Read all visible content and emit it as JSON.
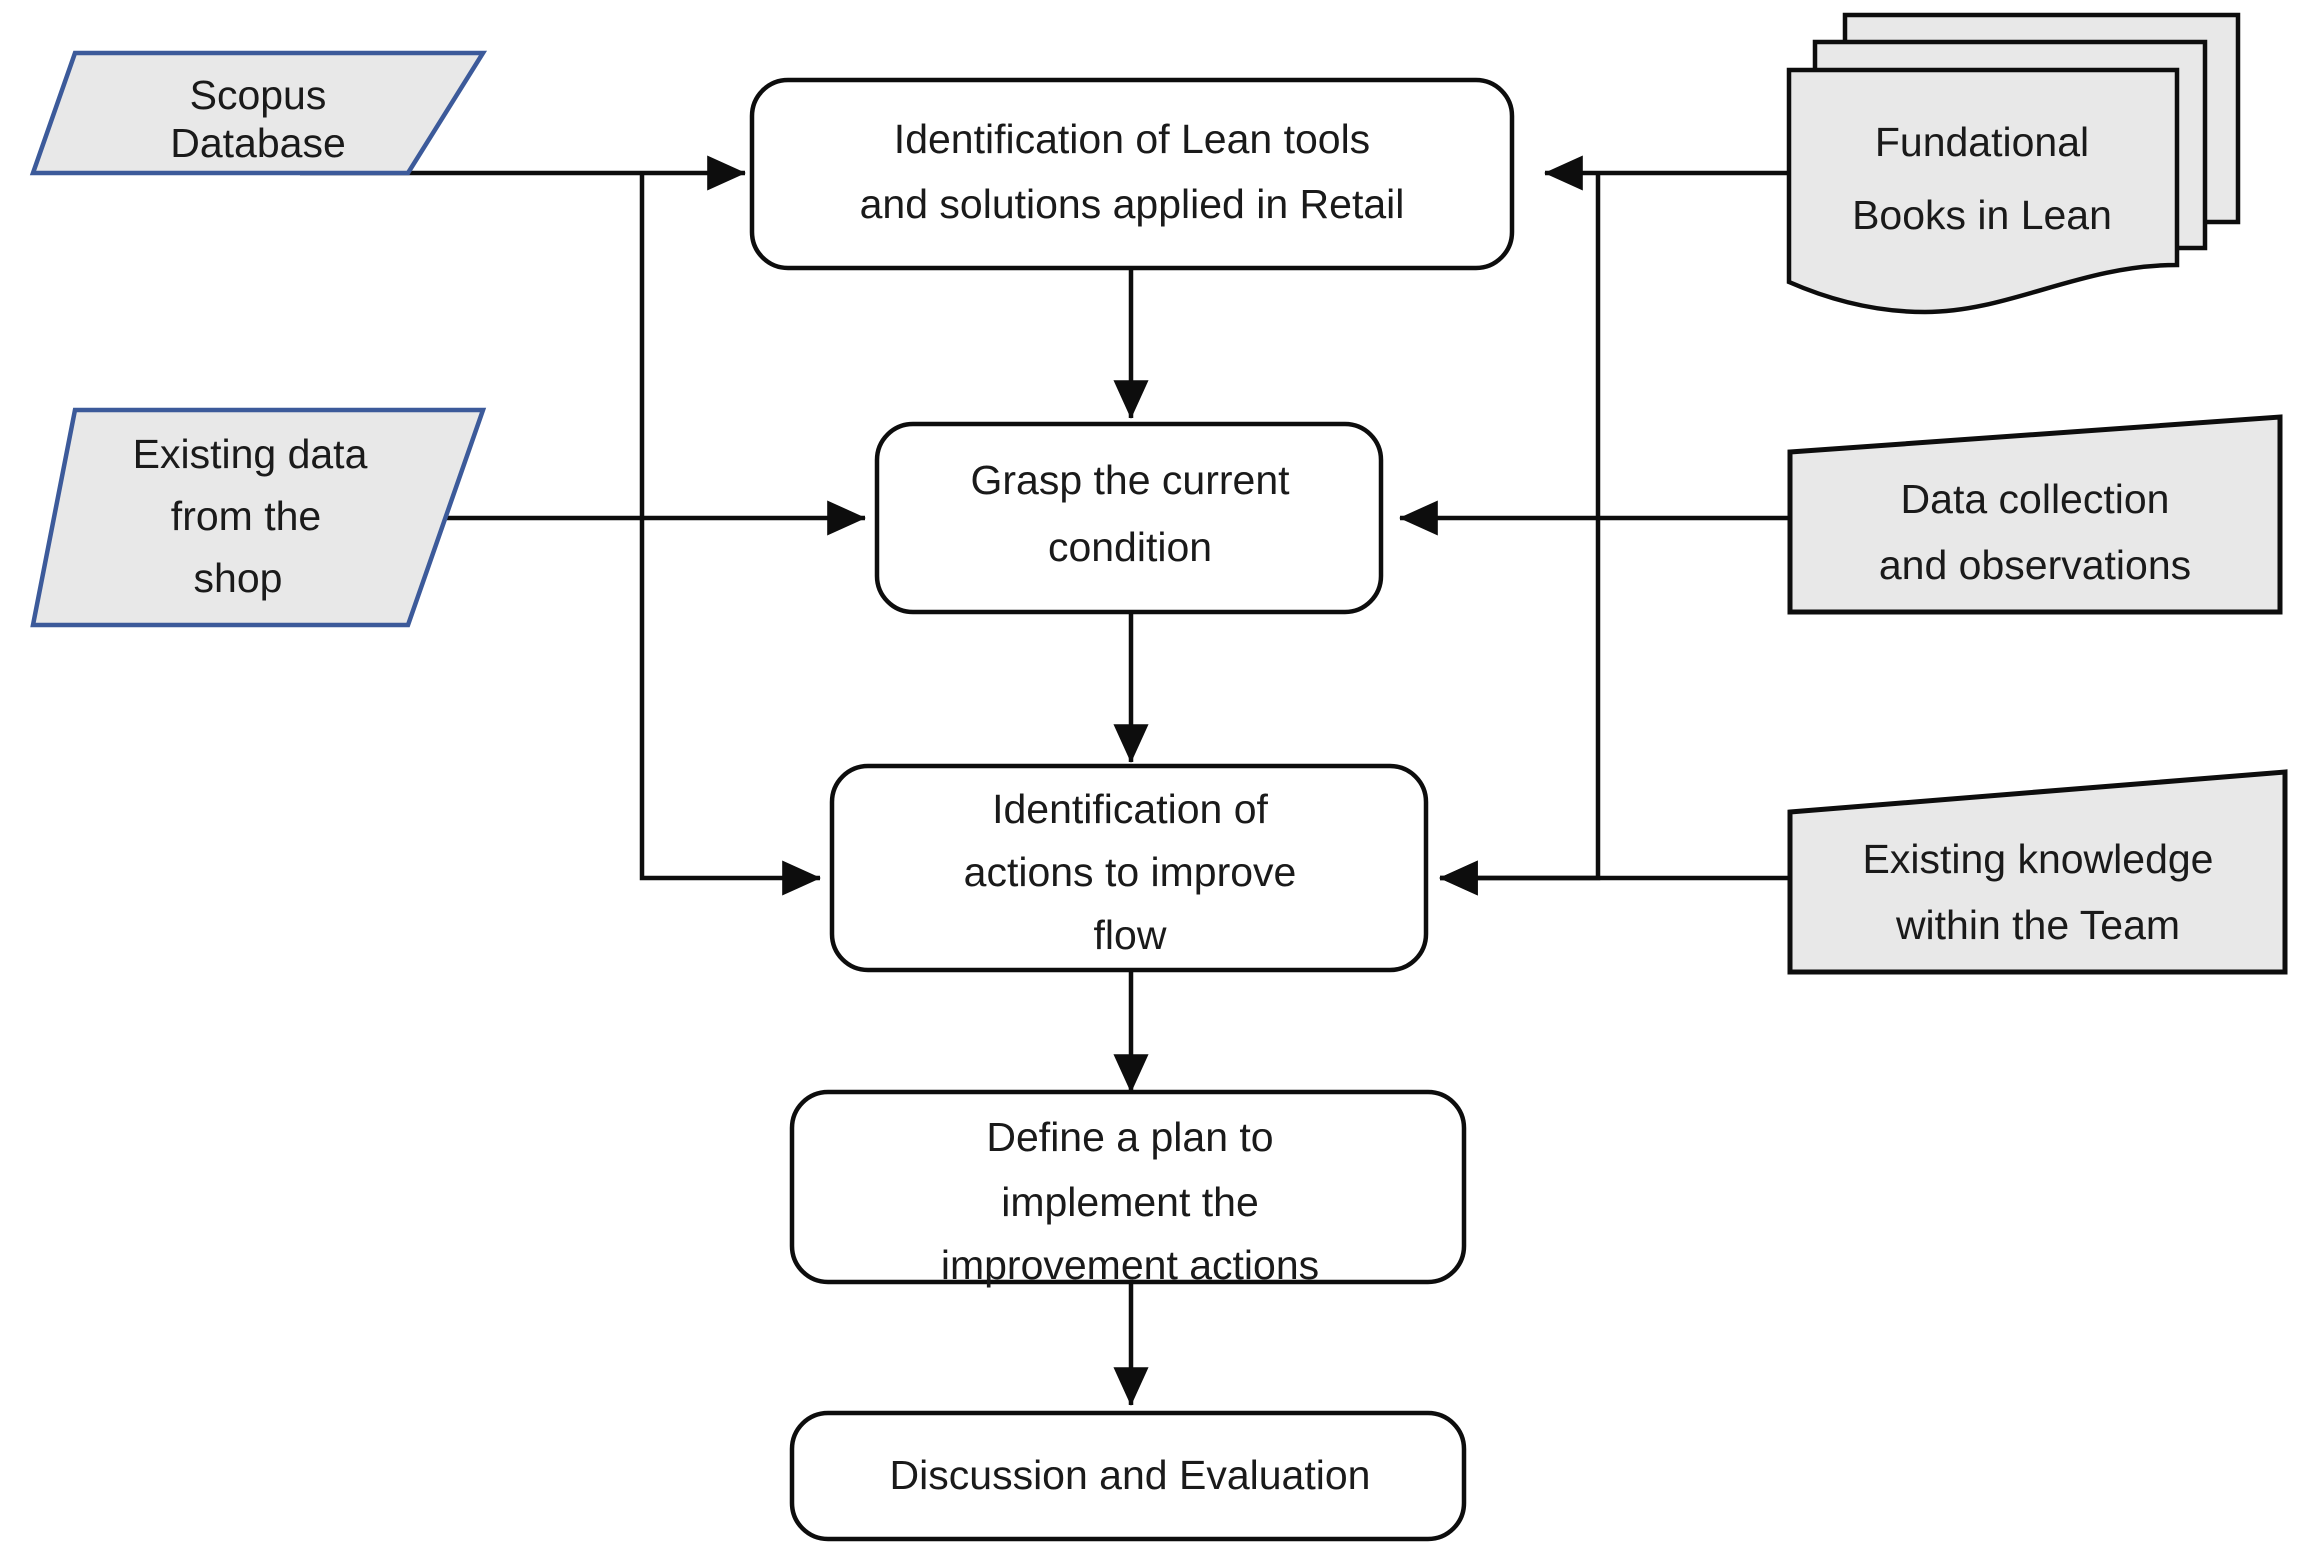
{
  "diagram": {
    "title": "Lean retail research methodology flowchart",
    "colors": {
      "process_fill": "#ffffff",
      "process_stroke": "#0d0d0d",
      "io_fill": "#e8e8e8",
      "io_stroke": "#3c5a9a",
      "document_fill": "#e8e8e8",
      "document_stroke": "#0d0d0d",
      "text": "#1a1a1a",
      "background": "#ffffff"
    },
    "nodes": {
      "scopus_database": {
        "label_lines": [
          "Scopus",
          "Database"
        ],
        "shape": "parallelogram",
        "role": "input-source"
      },
      "existing_data_shop": {
        "label_lines": [
          "Existing data",
          "from the",
          "shop"
        ],
        "shape": "parallelogram",
        "role": "input-source"
      },
      "identification_lean_tools": {
        "label_lines": [
          "Identification of Lean tools",
          "and solutions applied in Retail"
        ],
        "shape": "rounded-rectangle",
        "role": "process"
      },
      "grasp_current_condition": {
        "label_lines": [
          "Grasp the current",
          "condition"
        ],
        "shape": "rounded-rectangle",
        "role": "process"
      },
      "identification_actions": {
        "label_lines": [
          "Identification of",
          "actions to improve",
          "flow"
        ],
        "shape": "rounded-rectangle",
        "role": "process"
      },
      "define_plan": {
        "label_lines": [
          "Define a plan to",
          "implement the",
          "improvement actions"
        ],
        "shape": "rounded-rectangle",
        "role": "process"
      },
      "discussion_evaluation": {
        "label_lines": [
          "Discussion and Evaluation"
        ],
        "shape": "rounded-rectangle",
        "role": "process"
      },
      "fundational_books": {
        "label_lines": [
          "Fundational",
          "Books in Lean"
        ],
        "shape": "multi-document",
        "role": "input-source"
      },
      "data_collection": {
        "label_lines": [
          "Data collection",
          "and observations"
        ],
        "shape": "trapezoid",
        "role": "input-source"
      },
      "existing_knowledge": {
        "label_lines": [
          "Existing knowledge",
          "within the Team"
        ],
        "shape": "trapezoid",
        "role": "input-source"
      }
    },
    "edges": [
      {
        "name": "scopus-to-lean-tools",
        "from": "scopus_database",
        "to": "identification_lean_tools",
        "arrow": true
      },
      {
        "name": "scopus-branch-to-actions",
        "from": "scopus_database",
        "to": "identification_actions",
        "arrow": true
      },
      {
        "name": "existing-data-to-grasp",
        "from": "existing_data_shop",
        "to": "grasp_current_condition",
        "arrow": true
      },
      {
        "name": "books-to-lean-tools",
        "from": "fundational_books",
        "to": "identification_lean_tools",
        "arrow": true
      },
      {
        "name": "books-branch-to-actions",
        "from": "fundational_books",
        "to": "identification_actions",
        "arrow": true
      },
      {
        "name": "data-collection-to-grasp",
        "from": "data_collection",
        "to": "grasp_current_condition",
        "arrow": true
      },
      {
        "name": "knowledge-to-actions",
        "from": "existing_knowledge",
        "to": "identification_actions",
        "arrow": true
      },
      {
        "name": "lean-tools-to-grasp",
        "from": "identification_lean_tools",
        "to": "grasp_current_condition",
        "arrow": true
      },
      {
        "name": "grasp-to-actions",
        "from": "grasp_current_condition",
        "to": "identification_actions",
        "arrow": true
      },
      {
        "name": "actions-to-plan",
        "from": "identification_actions",
        "to": "define_plan",
        "arrow": true
      },
      {
        "name": "plan-to-discussion",
        "from": "define_plan",
        "to": "discussion_evaluation",
        "arrow": true
      }
    ]
  }
}
